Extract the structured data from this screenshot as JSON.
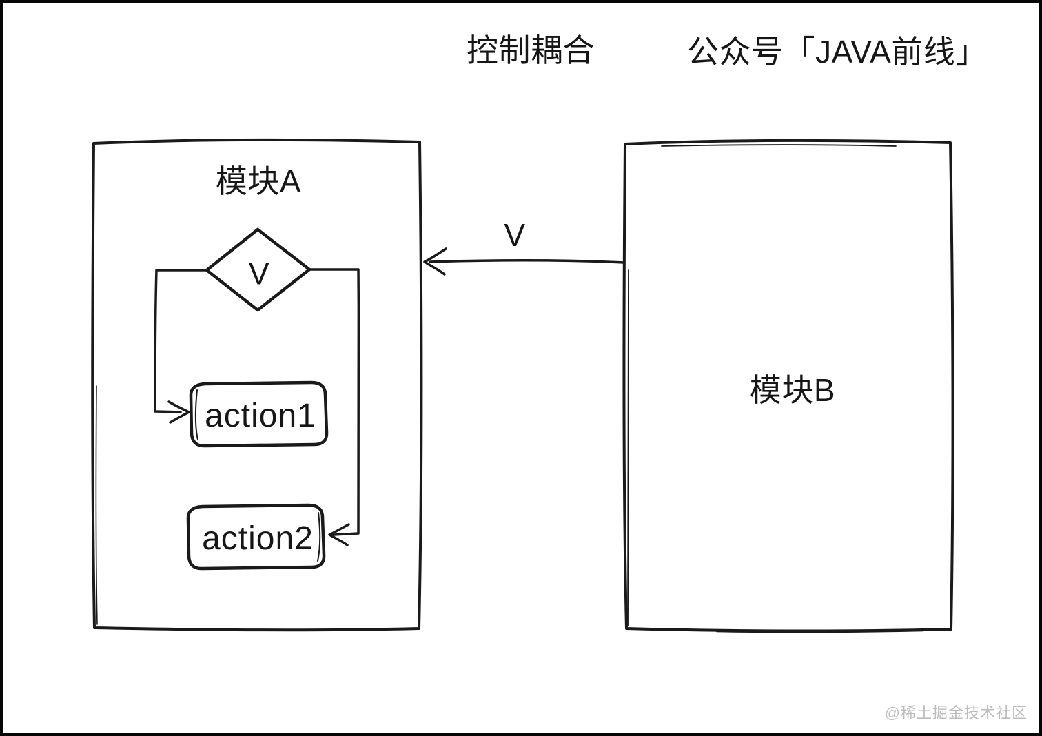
{
  "header": {
    "title": "控制耦合",
    "account": "公众号「JAVA前线」"
  },
  "modules": {
    "a": {
      "label": "模块A",
      "condition_label": "V",
      "actions": [
        {
          "label": "action1"
        },
        {
          "label": "action2"
        }
      ]
    },
    "b": {
      "label": "模块B"
    }
  },
  "arrow": {
    "label": "V"
  },
  "footer": {
    "watermark": "@稀土掘金技术社区"
  },
  "colors": {
    "ink": "#1a1a1a",
    "watermark": "#bcbcbc",
    "background": "#ffffff"
  }
}
